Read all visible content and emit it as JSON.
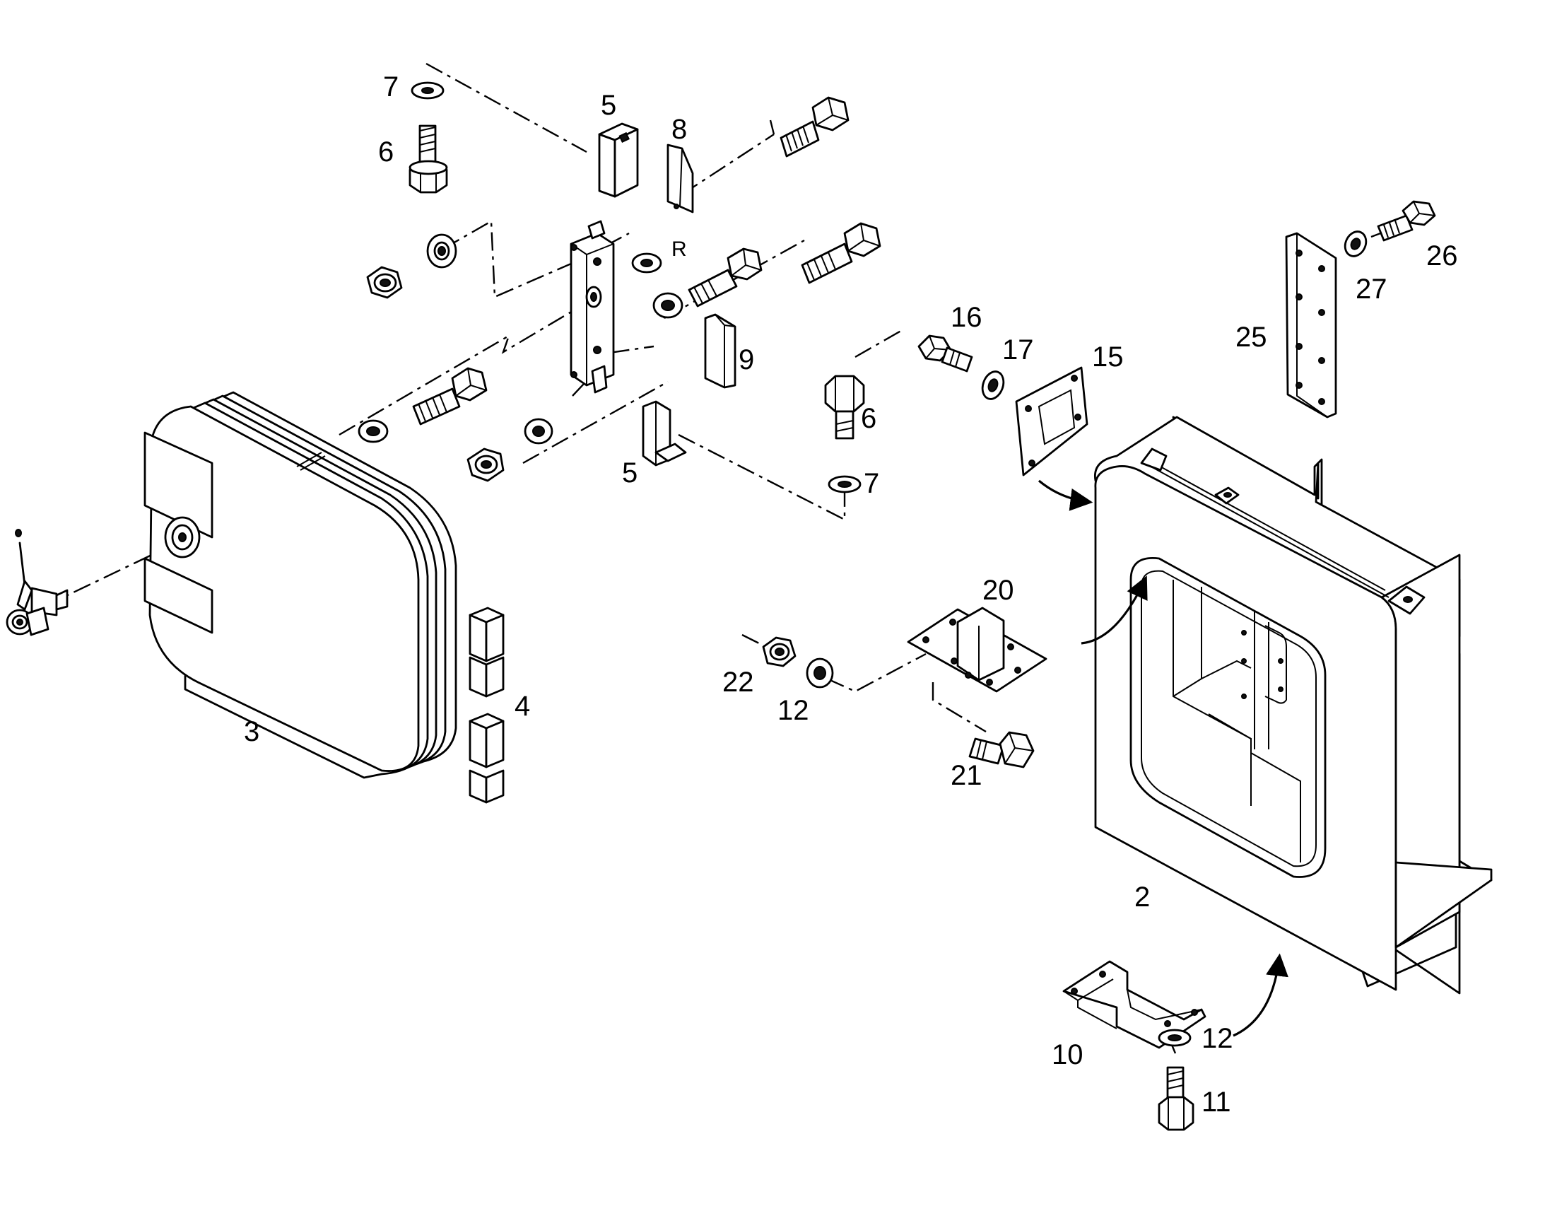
{
  "callouts": {
    "c7a": "7",
    "c6a": "6",
    "c5a": "5",
    "c8": "8",
    "c9": "9",
    "c6b": "6",
    "c5b": "5",
    "c7b": "7",
    "c16": "16",
    "c17": "17",
    "c15": "15",
    "c25": "25",
    "c26": "26",
    "c27": "27",
    "c3": "3",
    "c4": "4",
    "c2": "2",
    "c20": "20",
    "c22": "22",
    "c12a": "12",
    "c21": "21",
    "c10": "10",
    "c12b": "12",
    "c11": "11",
    "cR": "R"
  }
}
